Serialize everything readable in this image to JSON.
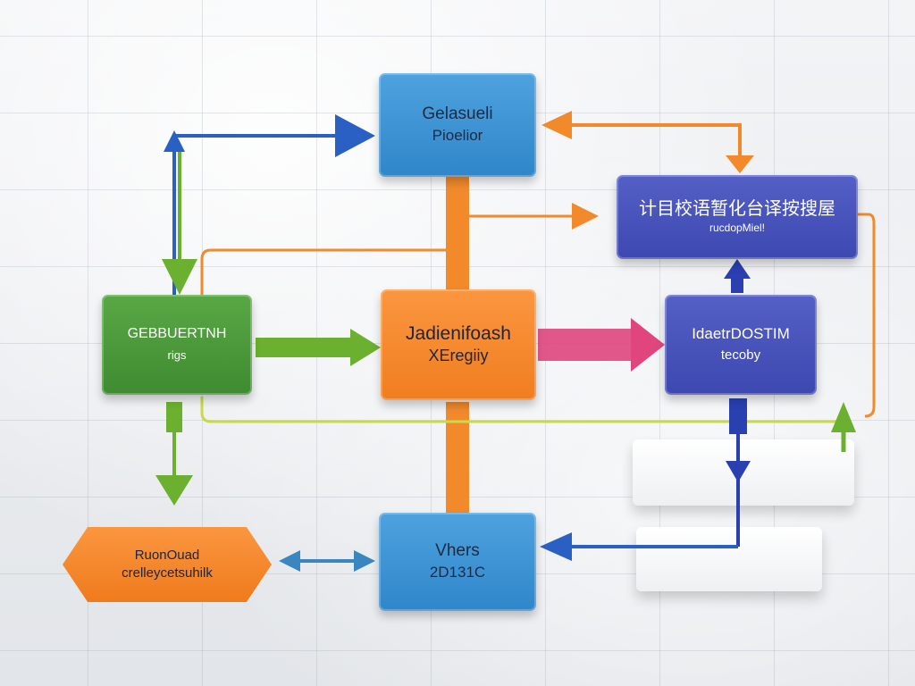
{
  "nodes": {
    "top_blue": {
      "line1": "Gelasueli",
      "line2": "Pioelior"
    },
    "right_top_indigo": {
      "line1": "计目校语暂化台译按搜屋",
      "line2": "rucdopMiel!"
    },
    "left_green": {
      "line1": "GEBBUERTNH",
      "line2": "rigs"
    },
    "center_orange": {
      "line1": "Jadienifoash",
      "line2": "XEregiiy"
    },
    "right_mid_indigo": {
      "line1": "IdaetrDOSTIM",
      "line2": "tecoby"
    },
    "bottom_blue": {
      "line1": "Vhers",
      "line2": "2D131C"
    },
    "bottom_left_hex": {
      "line1": "RuonOuad",
      "line2": "crelleycetsuhilk"
    }
  },
  "colors": {
    "blue": "#2f86c9",
    "orange": "#f07e1f",
    "green": "#3f8b31",
    "indigo": "#3d48b0",
    "pink": "#e0467d",
    "arrow_blue": "#2a5fc4",
    "arrow_green": "#6bb02f",
    "arrow_orange": "#f28a2c"
  }
}
